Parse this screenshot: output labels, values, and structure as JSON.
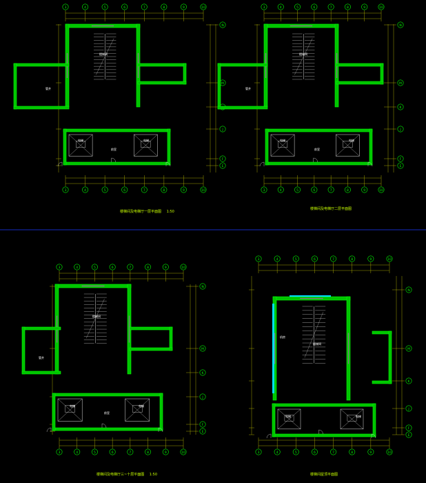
{
  "colors": {
    "background": "#000000",
    "wall": "#00ff00",
    "wall_fill": "#00c400",
    "wall_core": "#7d7d7d",
    "dimension": "#c8c800",
    "axis_bubble": "#00ff00",
    "room_text": "#ffffff",
    "separator": "#1e3cff",
    "glass": "#00e0ff",
    "door": "#e0e0e0"
  },
  "sheets": [
    {
      "id": "plan-1",
      "title": "楼梯间及电梯厅一层平面图",
      "scale": "1:50",
      "top_axes": [
        "3",
        "4",
        "5",
        "6",
        "7",
        "8",
        "9",
        "10"
      ],
      "bottom_axes": [
        "3",
        "4",
        "5",
        "6",
        "7",
        "8",
        "9",
        "10"
      ],
      "right_axes": [
        "N",
        "M",
        "K",
        "J",
        "F",
        "E"
      ],
      "rooms": [
        "楼梯间",
        "电梯",
        "前室",
        "电梯",
        "管井"
      ]
    },
    {
      "id": "plan-2",
      "title": "楼梯间及电梯厅二层平面图",
      "scale": "1:50",
      "top_axes": [
        "3",
        "4",
        "5",
        "6",
        "7",
        "8",
        "9",
        "10"
      ],
      "bottom_axes": [
        "3",
        "4",
        "5",
        "6",
        "7",
        "8",
        "9",
        "10"
      ],
      "right_axes": [
        "N",
        "M",
        "K",
        "J",
        "F",
        "E"
      ],
      "rooms": [
        "楼梯间",
        "电梯",
        "前室",
        "电梯",
        "管井"
      ]
    },
    {
      "id": "plan-3",
      "title": "楼梯间及电梯厅三~十层平面图",
      "scale": "1:50",
      "top_axes": [
        "3",
        "4",
        "5",
        "6",
        "7",
        "8",
        "9",
        "10"
      ],
      "bottom_axes": [
        "3",
        "4",
        "5",
        "6",
        "7",
        "8",
        "9",
        "10"
      ],
      "right_axes": [
        "N",
        "M",
        "K",
        "J",
        "F",
        "E"
      ],
      "rooms": [
        "楼梯间",
        "电梯",
        "前室",
        "电梯",
        "管井"
      ]
    },
    {
      "id": "plan-4",
      "title": "楼梯间屋顶平面图",
      "scale": "1:50",
      "top_axes": [
        "3",
        "4",
        "5",
        "6",
        "7",
        "8",
        "9",
        "10"
      ],
      "bottom_axes": [
        "3",
        "4",
        "5",
        "6",
        "7",
        "8",
        "9",
        "10"
      ],
      "right_axes": [
        "N",
        "M",
        "K",
        "J",
        "F",
        "E"
      ],
      "rooms": [
        "机房",
        "电梯",
        "电梯",
        "楼梯间"
      ]
    }
  ]
}
